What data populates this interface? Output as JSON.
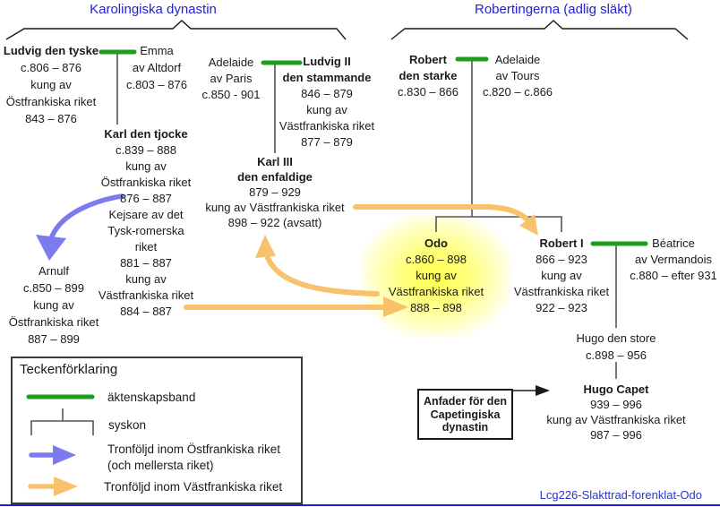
{
  "titles": {
    "left": "Karolingiska dynastin",
    "right": "Robertingerna (adlig släkt)"
  },
  "persons": {
    "ludvig_tyske": {
      "lines": [
        "Ludvig den tyske",
        "c.806 – 876",
        "kung av",
        "Östfrankiska riket",
        "843 – 876"
      ]
    },
    "emma": {
      "lines": [
        "Emma",
        "av Altdorf",
        "c.803 – 876"
      ]
    },
    "karl_tjocke": {
      "lines": [
        "Karl den tjocke",
        "c.839 – 888",
        "kung av",
        "Östfrankiska riket",
        "876 – 887",
        "Kejsare av det",
        "Tysk-romerska",
        "riket",
        "881 – 887",
        "kung av",
        "Västfrankiska riket",
        "884 – 887"
      ]
    },
    "arnulf": {
      "lines": [
        "Arnulf",
        "c.850 – 899",
        "kung av",
        "Östfrankiska riket",
        "887 – 899"
      ]
    },
    "adelaide_paris": {
      "lines": [
        "Adelaide",
        "av Paris",
        "c.850 - 901"
      ]
    },
    "ludvig_ii": {
      "lines": [
        "Ludvig II",
        "den stammande",
        "846 – 879",
        "kung av",
        "Västfrankiska riket",
        "877 – 879"
      ]
    },
    "karl_iii": {
      "lines": [
        "Karl III",
        "den enfaldige",
        "879 – 929",
        "kung av Västfrankiska riket",
        "898 – 922 (avsatt)"
      ]
    },
    "robert_starke": {
      "lines": [
        "Robert",
        "den starke",
        "c.830 – 866"
      ]
    },
    "adelaide_tours": {
      "lines": [
        "Adelaide",
        "av Tours",
        "c.820 – c.866"
      ]
    },
    "odo": {
      "lines": [
        "Odo",
        "c.860 – 898",
        "kung av",
        "Västfrankiska riket",
        "888 – 898"
      ],
      "highlighted": true
    },
    "robert_i": {
      "lines": [
        "Robert I",
        "866 – 923",
        "kung av",
        "Västfrankiska riket",
        "922 – 923"
      ]
    },
    "beatrice": {
      "lines": [
        "Béatrice",
        "av Vermandois",
        "c.880 – efter 931"
      ]
    },
    "hugo_store": {
      "lines": [
        "Hugo den store",
        "c.898 – 956"
      ]
    },
    "hugo_capet": {
      "lines": [
        "Hugo Capet",
        "939 – 996",
        "kung av Västfrankiska riket",
        "987 – 996"
      ]
    }
  },
  "annotation_box": {
    "lines": [
      "Anfader för den",
      "Capetingiska",
      "dynastin"
    ]
  },
  "legend": {
    "title": "Teckenförklaring",
    "marriage_label": "äktenskapsband",
    "sibling_label": "syskon",
    "east_label_line1": "Tronföljd inom Östfrankiska riket",
    "east_label_line2": "(och mellersta riket)",
    "west_label": "Tronföljd inom Västfrankiska riket"
  },
  "credit": "Lcg226-Slakttrad-forenklat-Odo",
  "colors": {
    "marriage_band": "#1e9e1e",
    "east_succession_arrow": "#7b7bef",
    "west_succession_arrow": "#f8c26c",
    "heading_blue": "#2121d1",
    "highlight_yellow": "#ffff46",
    "connector_gray": "#555555"
  }
}
